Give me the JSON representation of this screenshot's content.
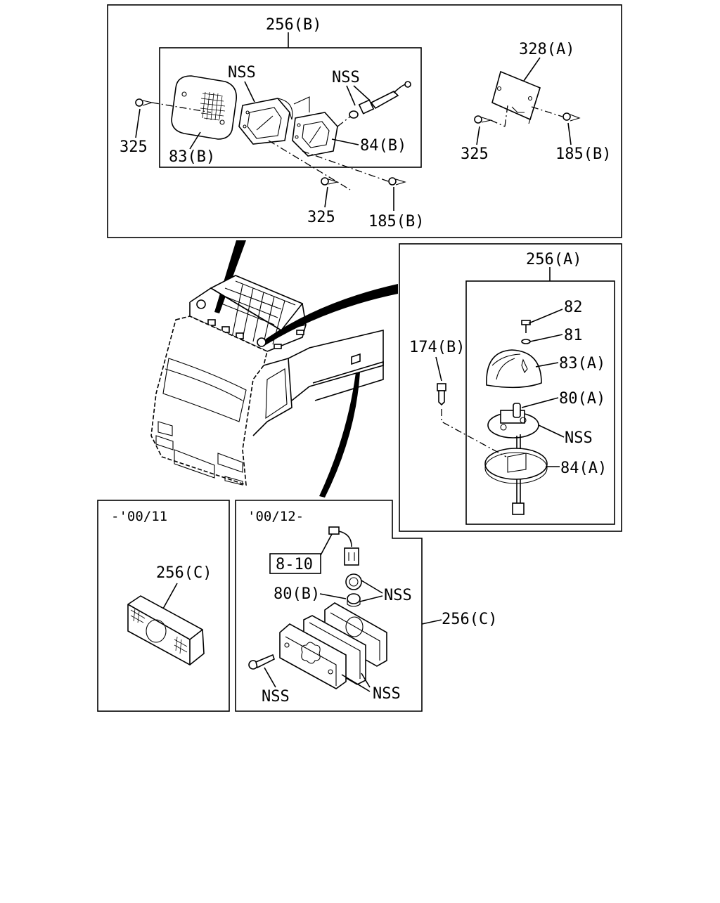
{
  "diagram": {
    "panel_top": {
      "group_label": "256(B)",
      "labels": [
        "NSS",
        "NSS",
        "325",
        "83(B)",
        "84(B)",
        "325",
        "185(B)",
        "328(A)",
        "325",
        "185(B)"
      ]
    },
    "panel_right": {
      "group_label": "256(A)",
      "labels": [
        "82",
        "81",
        "83(A)",
        "80(A)",
        "NSS",
        "84(A)",
        "174(B)"
      ]
    },
    "panel_bottom_left": {
      "date_label": "-'00/11",
      "part_label": "256(C)"
    },
    "panel_bottom_middle": {
      "date_label": "'00/12-",
      "ref_box": "8-10",
      "labels": [
        "80(B)",
        "NSS",
        "NSS",
        "NSS"
      ]
    },
    "callout_right": "256(C)"
  }
}
